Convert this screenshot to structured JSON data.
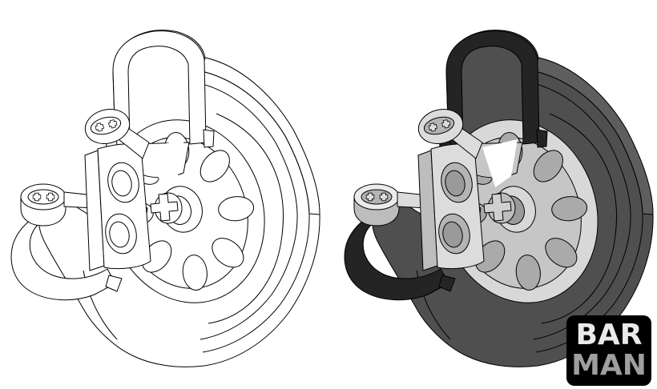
{
  "page": {
    "background_color": "#ffffff",
    "description": "Isometric cutaway technical illustration of a toy wheel and suspension assembly shown twice: line-art wireframe version on the left, grey shaded version on the right"
  },
  "figures": [
    {
      "id": "wireframe-cutaway",
      "style": "line-art",
      "position": "left"
    },
    {
      "id": "shaded-cutaway",
      "style": "rendered",
      "position": "right"
    }
  ],
  "assembly_parts": [
    "tire",
    "tire-cut-cross-sections",
    "wheel-rim",
    "spoke-holes",
    "hub",
    "cross-axle",
    "steering-knuckle",
    "upper-suspension-arm",
    "lower-suspension-arm"
  ],
  "logo": {
    "text_top": "BAR",
    "text_bottom": "MAN",
    "box_color": "#000000",
    "letter_color_top": "#eaeaea",
    "letter_color_bottom": "#9e9e9e"
  },
  "palette": {
    "outline": "#000000",
    "tire": "#4f4f4f",
    "tire_highlight": "#5e5e5e",
    "tire_cut_face": "#242424",
    "rim": "#d8d8d8",
    "rim_dish": "#c6c6c6",
    "spoke_hole": "#aaaaaa",
    "machine_parts": "#dcdcdc",
    "background": "#ffffff"
  }
}
